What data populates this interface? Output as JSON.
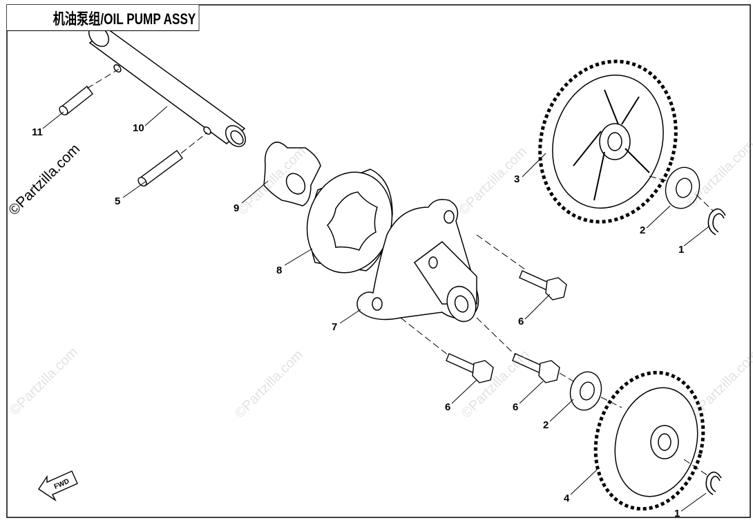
{
  "title": "机油泵组/OIL PUMP ASSY",
  "watermark": "©Partzilla.com",
  "fwd_label": "FWD",
  "callouts": {
    "c1a": "1",
    "c1b": "1",
    "c2a": "2",
    "c2b": "2",
    "c3": "3",
    "c4": "4",
    "c5": "5",
    "c6a": "6",
    "c6b": "6",
    "c6c": "6",
    "c7": "7",
    "c8": "8",
    "c9": "9",
    "c10": "10",
    "c11": "11"
  },
  "parts": [
    {
      "ref": "1",
      "name": "circlip"
    },
    {
      "ref": "2",
      "name": "washer"
    },
    {
      "ref": "3",
      "name": "large gear"
    },
    {
      "ref": "4",
      "name": "small gear"
    },
    {
      "ref": "5",
      "name": "pin"
    },
    {
      "ref": "6",
      "name": "bolt"
    },
    {
      "ref": "7",
      "name": "pump housing"
    },
    {
      "ref": "8",
      "name": "outer rotor"
    },
    {
      "ref": "9",
      "name": "inner rotor"
    },
    {
      "ref": "10",
      "name": "shaft"
    },
    {
      "ref": "11",
      "name": "pin"
    }
  ],
  "colors": {
    "line": "#000000",
    "background": "#ffffff",
    "watermark": "#969696"
  }
}
